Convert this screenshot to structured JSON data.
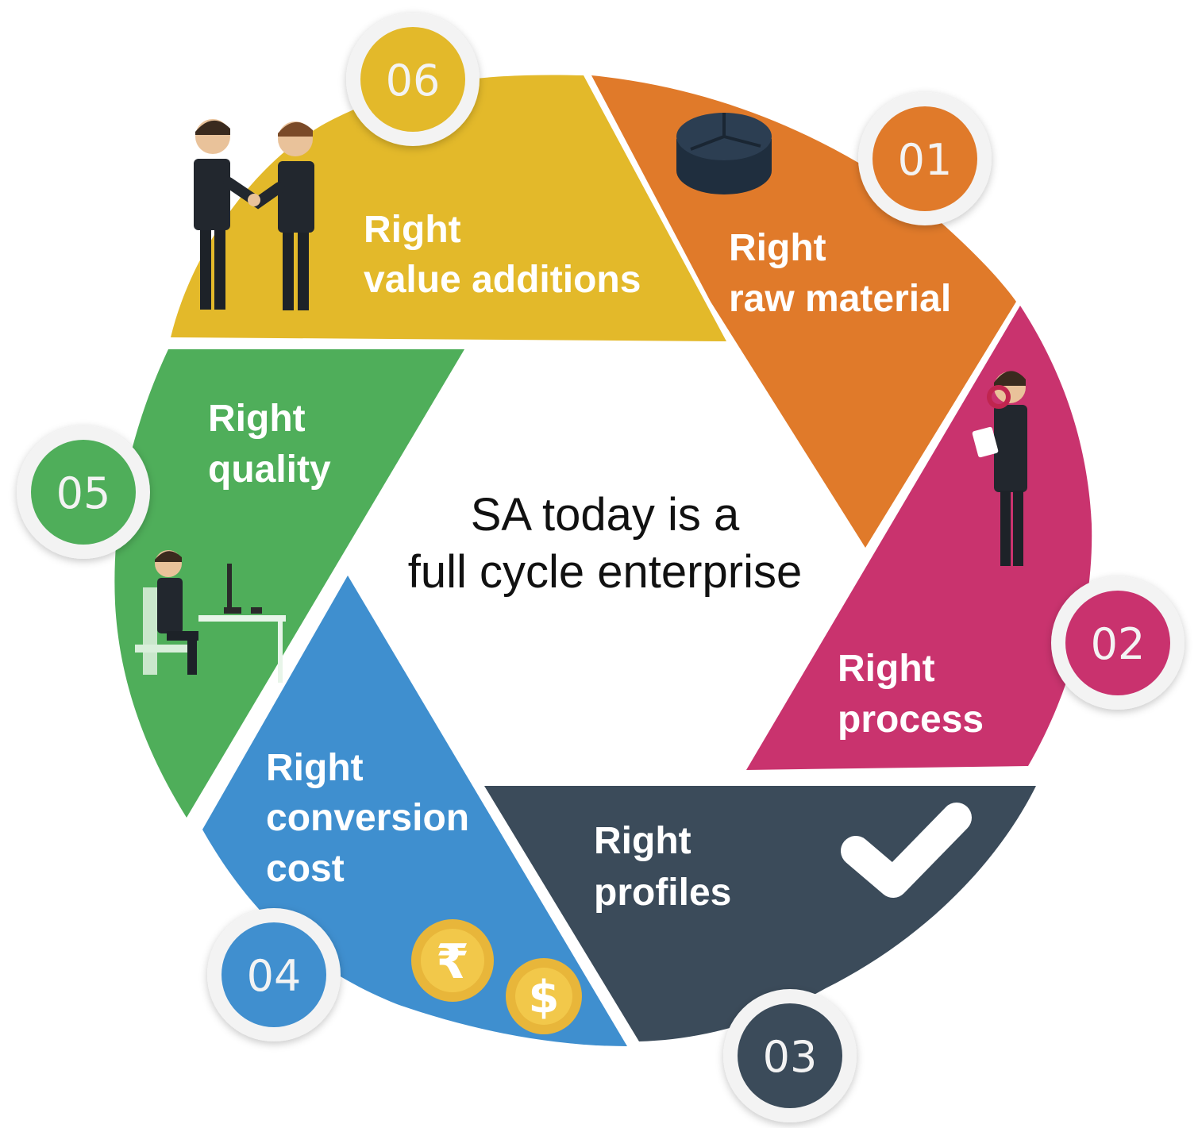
{
  "center": {
    "line1": "SA today is a",
    "line2": "full cycle enterprise"
  },
  "segments": [
    {
      "number": "01",
      "line1": "Right",
      "line2": "raw material",
      "color": "#e07a2a",
      "icon": "coin-stack-icon"
    },
    {
      "number": "02",
      "line1": "Right",
      "line2": "process",
      "color": "#c9336e",
      "icon": "inspector-magnifier-icon"
    },
    {
      "number": "03",
      "line1": "Right",
      "line2": "profiles",
      "color": "#3b4b5a",
      "icon": "checkmark-icon"
    },
    {
      "number": "04",
      "line1": "Right",
      "line2": "conversion",
      "line3": "cost",
      "color": "#3f8fcf",
      "icon": "currency-coins-icon"
    },
    {
      "number": "05",
      "line1": "Right",
      "line2": "quality",
      "color": "#4fae5a",
      "icon": "office-worker-desk-icon"
    },
    {
      "number": "06",
      "line1": "Right",
      "line2": "value additions",
      "color": "#e3b92a",
      "icon": "handshake-icon"
    }
  ]
}
